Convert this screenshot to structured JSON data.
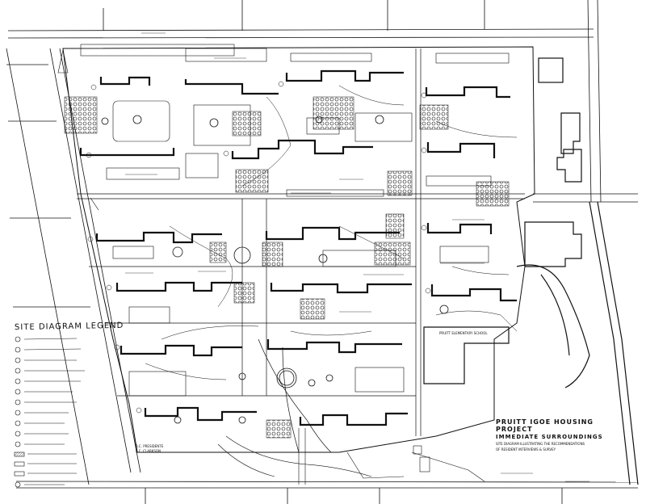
{
  "map": {
    "title": "PRUITT IGOE HOUSING PROJECT",
    "subtitle": "IMMEDIATE SURROUNDINGS",
    "notes": [
      "SITE DIAGRAM ILLUSTRATING THE RECOMMENDATIONS",
      "OF RESIDENT INTERVIEWS & SURVEY"
    ],
    "legend_title": "SITE DIAGRAM LEGEND",
    "school_label": "PRUITT ELEMENTARY SCHOOL",
    "signature_lines": [
      "R.C. PRESIDENTE",
      "E.C. CLARKSON"
    ],
    "colors": {
      "ink": "#111111",
      "paper": "#ffffff"
    }
  }
}
